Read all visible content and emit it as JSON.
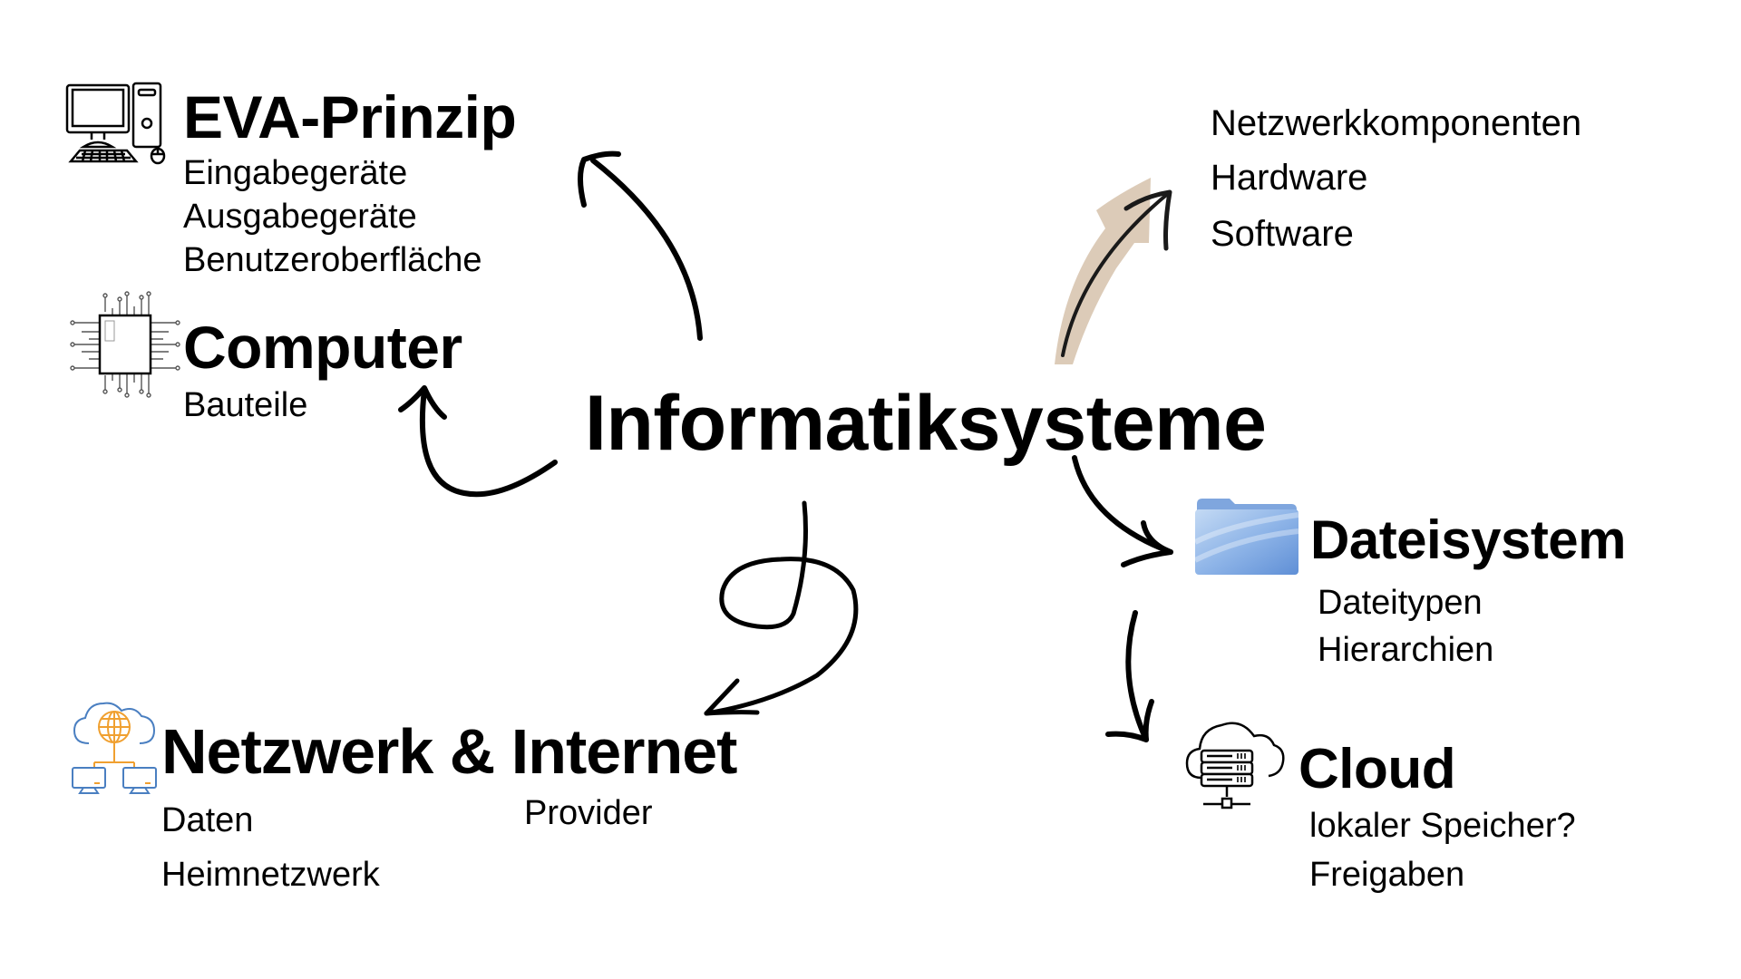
{
  "title": "Informatiksysteme",
  "nodes": {
    "eva": {
      "heading": "EVA-Prinzip",
      "icon": "desktop-computer-icon",
      "items": [
        "Eingabegeräte",
        "Ausgabegeräte",
        "Benutzeroberfläche"
      ]
    },
    "computer": {
      "heading": "Computer",
      "icon": "microchip-icon",
      "items": [
        "Bauteile"
      ]
    },
    "components": {
      "items": [
        "Netzwerkkomponenten",
        "Hardware",
        "Software"
      ]
    },
    "filesystem": {
      "heading": "Dateisystem",
      "icon": "folder-icon",
      "items": [
        "Dateitypen",
        "Hierarchien"
      ]
    },
    "cloud": {
      "heading": "Cloud",
      "icon": "cloud-server-icon",
      "items": [
        "lokaler Speicher?",
        "Freigaben"
      ]
    },
    "network": {
      "heading": "Netzwerk & Internet",
      "icon": "cloud-network-icon",
      "items": [
        "Daten",
        "Heimnetzwerk"
      ],
      "extra_item": "Provider"
    }
  },
  "colors": {
    "text": "#000000",
    "folder_blue": "#6f9fde",
    "network_blue": "#4a7fc1",
    "network_orange": "#f0a030",
    "arrow_highlight": "#dccbb8"
  }
}
